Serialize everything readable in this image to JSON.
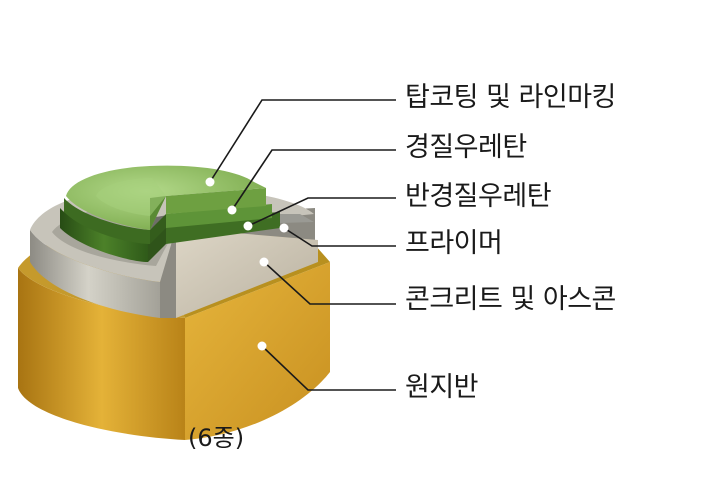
{
  "layers": [
    {
      "label": "탑코팅 및 라인마킹"
    },
    {
      "label": "경질우레탄"
    },
    {
      "label": "반경질우레탄"
    },
    {
      "label": "프라이머"
    },
    {
      "label": "콘크리트 및 아스콘"
    },
    {
      "label": "원지반"
    }
  ],
  "caption": "(6종)",
  "colors": {
    "subgrade": "#d9a52e",
    "concrete": "#c2bdaf",
    "primer": "#9a9a94",
    "semi_hard_urethane": "#3f6e23",
    "hard_urethane": "#5e9438",
    "top_coating": "#96c46a"
  }
}
